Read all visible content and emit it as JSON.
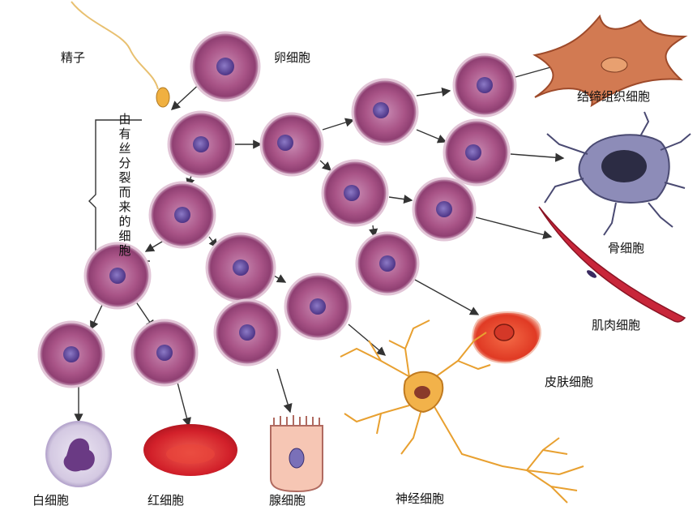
{
  "labels": {
    "sperm": "精子",
    "egg": "卵细胞",
    "bracket": "由有丝分裂而来的细胞",
    "connective": "结缔组织细胞",
    "bone": "骨细胞",
    "muscle": "肌肉细胞",
    "skin": "皮肤细胞",
    "white_blood": "白细胞",
    "red_blood": "红细胞",
    "gland": "腺细胞",
    "nerve": "神经细胞"
  },
  "colors": {
    "cell_fill": "#b05a8e",
    "cell_rim": "#e9c9dc",
    "nucleus": "#6a4aa0",
    "arrow": "#333333",
    "red_blood": "#d8262a",
    "skin": "#e2402a",
    "nerve": "#f2b24a",
    "bone": "#8d8cb8",
    "connective": "#d27a52",
    "muscle": "#c8263a",
    "sperm": "#e8c070"
  }
}
